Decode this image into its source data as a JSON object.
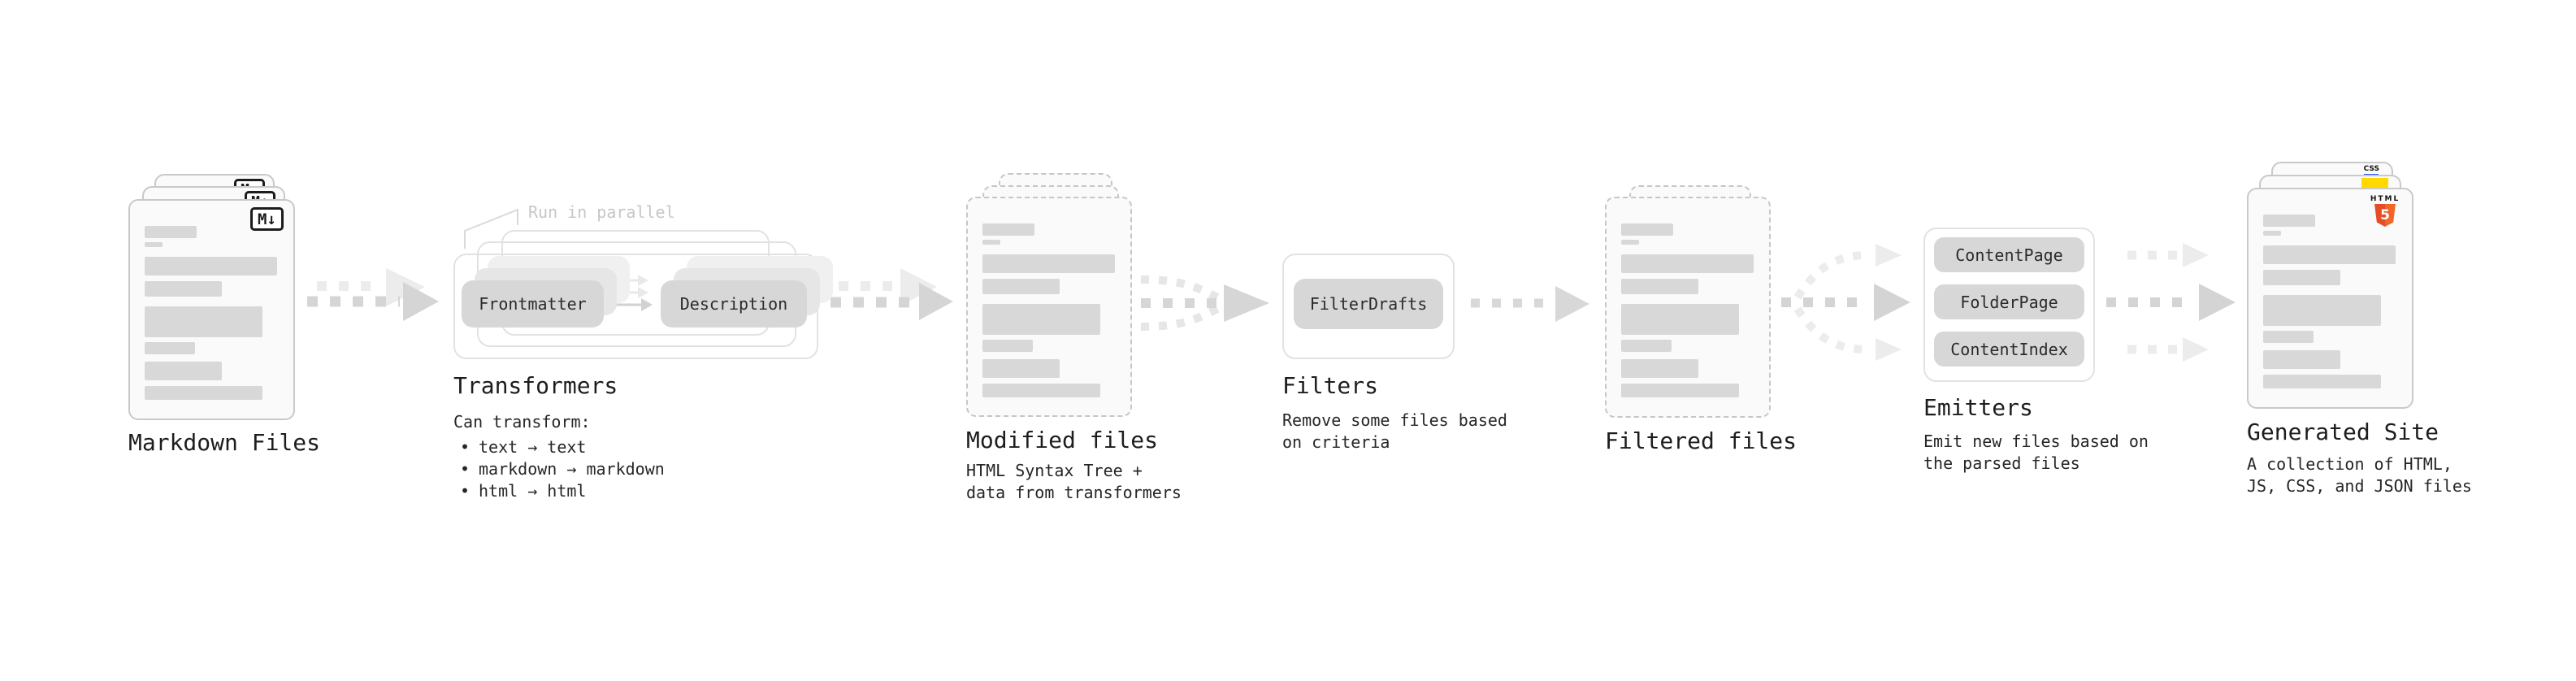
{
  "markdown": {
    "label": "Markdown Files",
    "badge": "M↓"
  },
  "transformers": {
    "label": "Transformers",
    "annotation": "Run in parallel",
    "pill_left": "Frontmatter",
    "pill_right": "Description",
    "caption_title": "Can transform:",
    "bullet": "•",
    "items": [
      "text → text",
      "markdown → markdown",
      "html → html"
    ]
  },
  "modified": {
    "label": "Modified files",
    "caption": "HTML Syntax Tree +\ndata from transformers"
  },
  "filters": {
    "label": "Filters",
    "pill": "FilterDrafts",
    "caption": "Remove some files based\non criteria"
  },
  "filtered": {
    "label": "Filtered files"
  },
  "emitters": {
    "label": "Emitters",
    "pills": [
      "ContentPage",
      "FolderPage",
      "ContentIndex"
    ],
    "caption": "Emit new files based on\nthe parsed files"
  },
  "generated": {
    "label": "Generated Site",
    "caption": "A collection of HTML,\nJS, CSS, and JSON files",
    "html_badge_word": "HTML",
    "html_badge_number": "5",
    "css_badge_label": "CSS"
  },
  "colors": {
    "html5_orange": "#e44d26",
    "js_yellow": "#ffd900",
    "css_blue": "#2d5bff",
    "arrow_gray": "#d5d5d5",
    "arrow_light": "#ececec",
    "pill_gray": "#d7d7d7"
  }
}
